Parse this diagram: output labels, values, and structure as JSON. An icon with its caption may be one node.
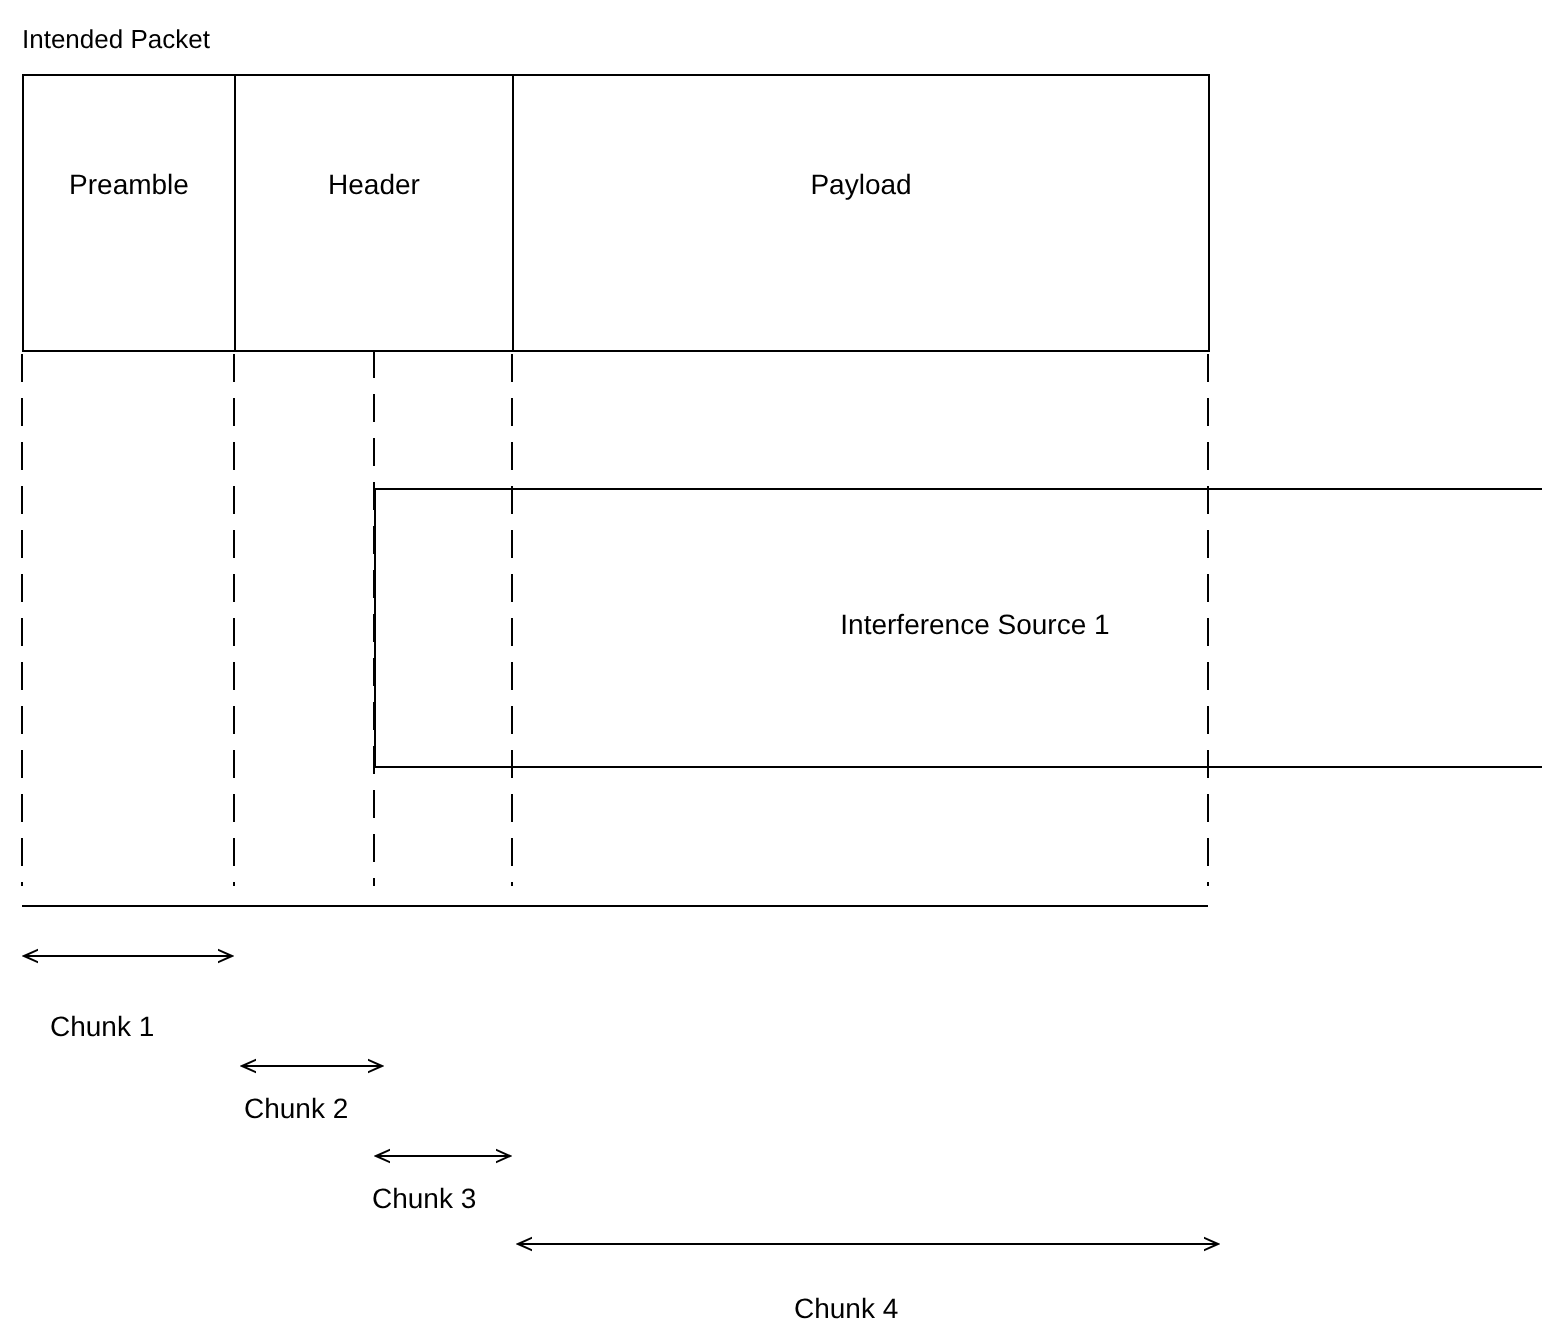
{
  "diagram": {
    "nodes": [
      {
        "text": [
          "Intended Packet"
        ]
      },
      {
        "text": [
          "Preamble"
        ],
        "in": 0
      },
      {
        "text": [
          "Header"
        ],
        "in": 0
      },
      {
        "text": [
          "Payload"
        ],
        "in": 0
      },
      {
        "text": [
          "Interference Source 1"
        ]
      }
    ],
    "edges": [],
    "labels": [
      "Chunk 1",
      "Chunk 2",
      "Chunk 3",
      "Chunk 4"
    ]
  }
}
